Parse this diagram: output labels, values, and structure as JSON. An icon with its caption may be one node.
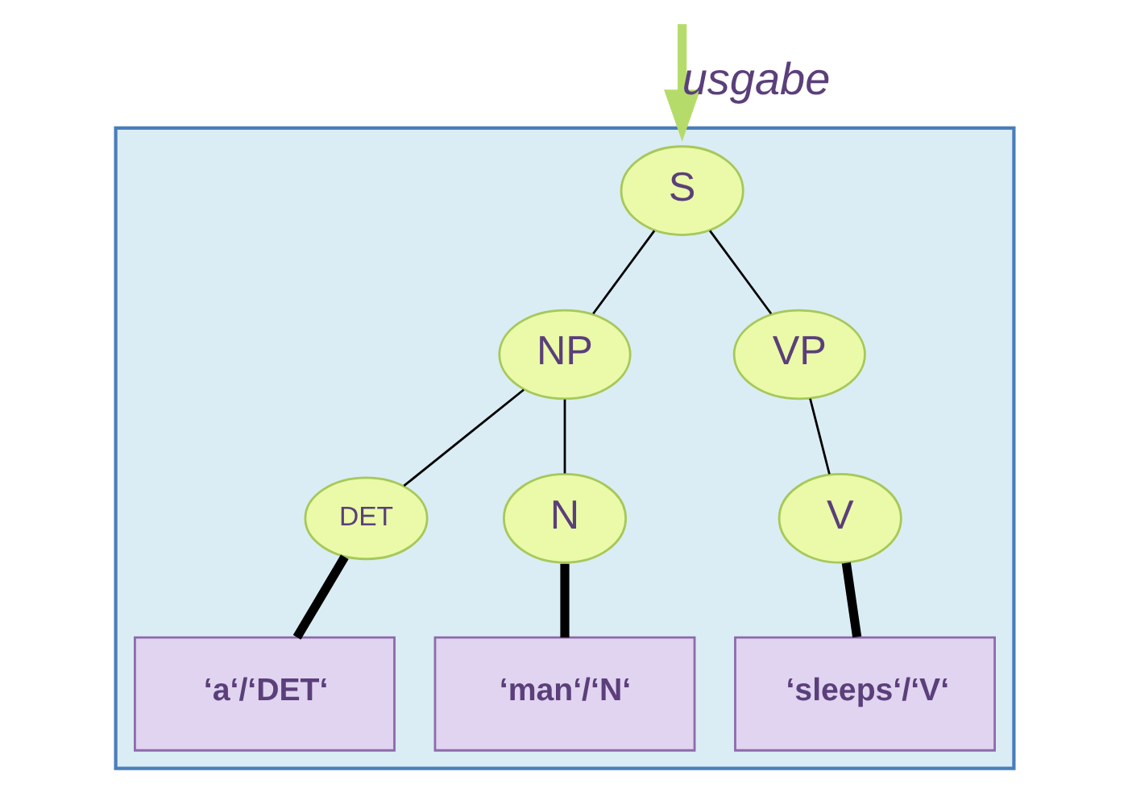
{
  "diagram": {
    "nodes": [
      {
        "text": [],
        "shape": "parallelogram"
      },
      {
        "text": [
          "S"
        ],
        "in": 0
      },
      {
        "text": [
          "NP"
        ],
        "in": 0
      },
      {
        "text": [
          "VP"
        ],
        "in": 0
      },
      {
        "text": [
          "DET"
        ],
        "in": 0
      },
      {
        "text": [
          "N"
        ],
        "in": 0
      },
      {
        "text": [
          "V"
        ],
        "in": 0
      },
      {
        "text": [
          "‘a‘/‘DET‘"
        ],
        "in": 0
      },
      {
        "text": [
          "‘man‘/‘N‘"
        ],
        "in": 0
      },
      {
        "text": [
          "‘sleeps‘/‘V‘"
        ],
        "in": 0
      }
    ],
    "edges": [
      {
        "from": null,
        "to": 0,
        "arrow": "to",
        "label": "usgabe",
        "style": "thick",
        "color": "#b5dc6a"
      },
      {
        "from": 1,
        "to": 2,
        "arrow": "none"
      },
      {
        "from": 1,
        "to": 3,
        "arrow": "none"
      },
      {
        "from": 2,
        "to": 4,
        "arrow": "none"
      },
      {
        "from": 2,
        "to": 5,
        "arrow": "none"
      },
      {
        "from": 3,
        "to": 6,
        "arrow": "none"
      },
      {
        "from": 4,
        "to": 7,
        "arrow": "none",
        "style": "thick"
      },
      {
        "from": 5,
        "to": 8,
        "arrow": "none",
        "style": "thick"
      },
      {
        "from": 6,
        "to": 9,
        "arrow": "none",
        "style": "thick"
      }
    ]
  }
}
